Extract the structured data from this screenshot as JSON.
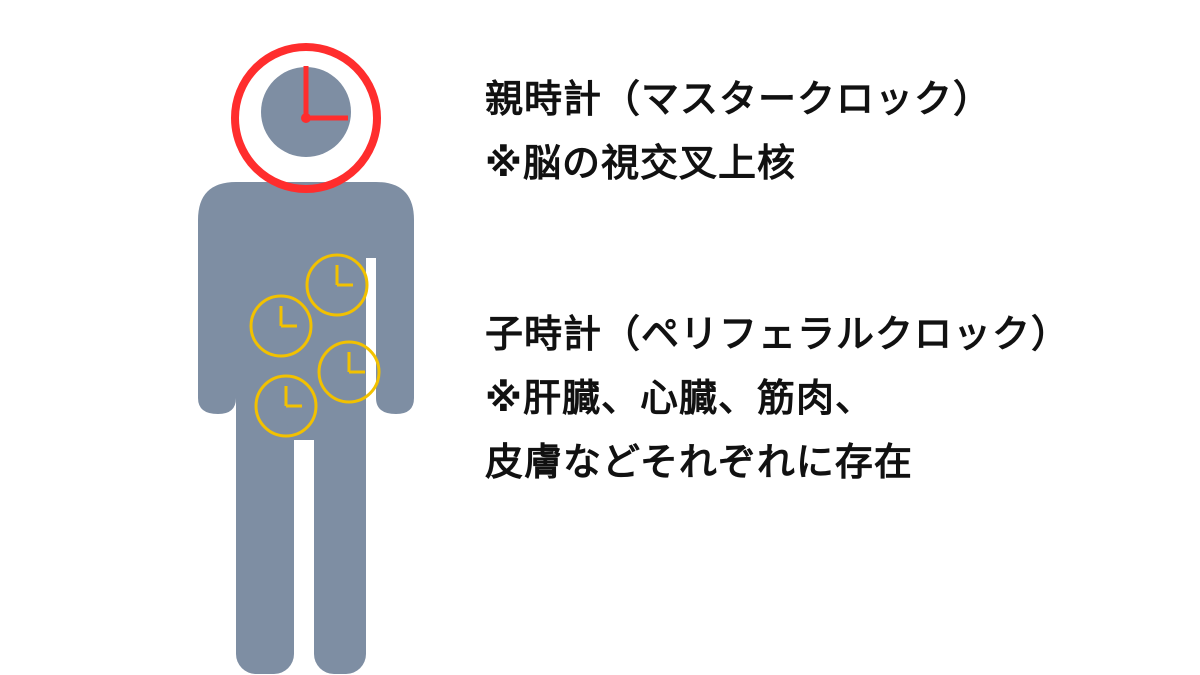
{
  "master": {
    "title": "親時計（マスタークロック）",
    "note": "※脳の視交叉上核",
    "color": "#ff2d2d"
  },
  "peripheral": {
    "title": "子時計（ペリフェラルクロック）",
    "note_line1": "※肝臓、心臓、筋肉、",
    "note_line2": "皮膚などそれぞれに存在",
    "color": "#f2c100"
  },
  "figure": {
    "body_color": "#7e8ea3",
    "icons": [
      "human-figure-icon",
      "clock-icon"
    ]
  }
}
